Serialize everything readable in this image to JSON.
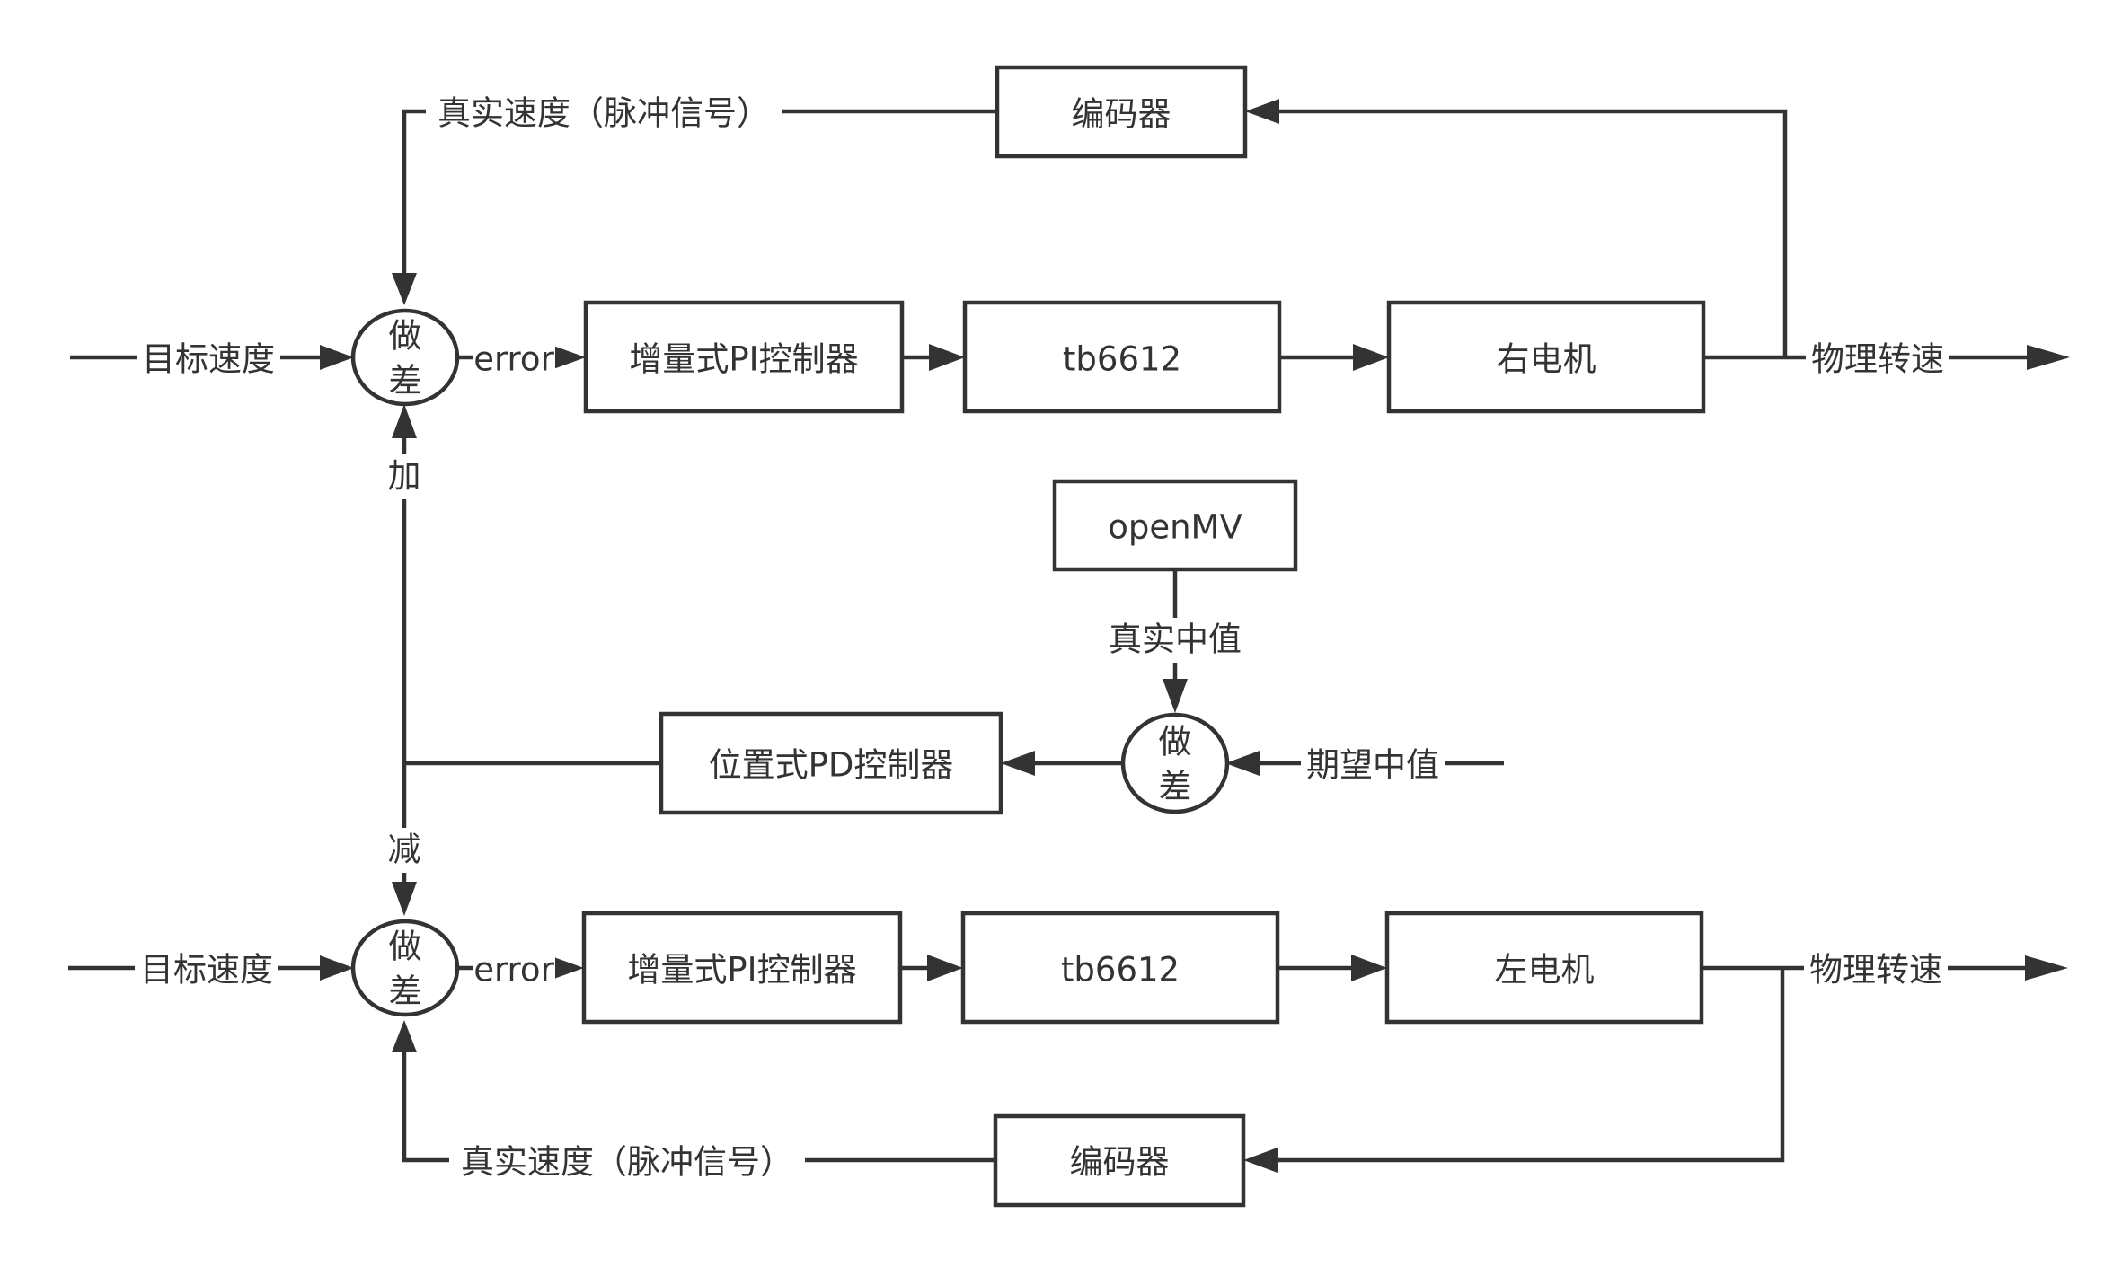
{
  "diagram": {
    "top_loop": {
      "encoder": "编码器",
      "feedback_label": "真实速度（脉冲信号）",
      "target_label": "目标速度",
      "sum_line1": "做",
      "sum_line2": "差",
      "error_label": "error",
      "pi_controller": "增量式PI控制器",
      "driver": "tb6612",
      "motor": "右电机",
      "output_label": "物理转速",
      "add_label": "加"
    },
    "middle": {
      "camera": "openMV",
      "measured_label": "真实中值",
      "sum_line1": "做",
      "sum_line2": "差",
      "desired_label": "期望中值",
      "pd_controller": "位置式PD控制器"
    },
    "bottom_loop": {
      "subtract_label": "减",
      "target_label": "目标速度",
      "sum_line1": "做",
      "sum_line2": "差",
      "error_label": "error",
      "pi_controller": "增量式PI控制器",
      "driver": "tb6612",
      "motor": "左电机",
      "output_label": "物理转速",
      "encoder": "编码器",
      "feedback_label": "真实速度（脉冲信号）"
    }
  }
}
